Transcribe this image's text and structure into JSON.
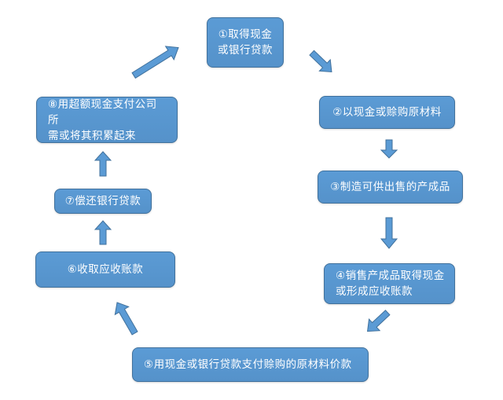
{
  "steps": [
    {
      "id": "n1",
      "label": "①取得现金\n或银行贷款"
    },
    {
      "id": "n2",
      "label": "②以现金或赊购原材料"
    },
    {
      "id": "n3",
      "label": "③制造可供出售的产成品"
    },
    {
      "id": "n4",
      "label": "④销售产成品取得现金\n或形成应收账款"
    },
    {
      "id": "n5",
      "label": "⑤用现金或银行贷款支付赊购的原材料价款"
    },
    {
      "id": "n6",
      "label": "⑥收取应收账款"
    },
    {
      "id": "n7",
      "label": "⑦偿还银行贷款"
    },
    {
      "id": "n8",
      "label": "⑧用超额现金支付公司所\n需或将其积累起来"
    }
  ],
  "colors": {
    "node_fill": "#5b9bd5",
    "node_border": "#41719c",
    "arrow_fill": "#5b9bd5",
    "text": "#ffffff"
  }
}
